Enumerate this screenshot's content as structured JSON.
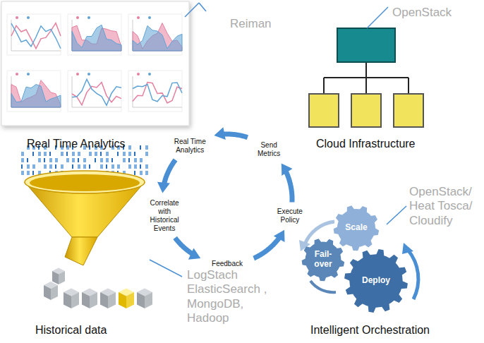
{
  "diagram": {
    "nodes": [
      {
        "text": [
          "Real Time Analytics"
        ]
      },
      {
        "text": [
          "Send Metrics"
        ]
      },
      {
        "text": [
          "Correlate with Historical Events"
        ]
      },
      {
        "text": [
          "Execute Policy"
        ]
      },
      {
        "text": [
          "Feedback"
        ]
      },
      {
        "text": [
          "Scale"
        ]
      },
      {
        "text": [
          "Fail-over"
        ]
      },
      {
        "text": [
          "Deploy"
        ]
      }
    ],
    "edges": [
      {
        "from": 1,
        "to": 0,
        "arrow": "to"
      },
      {
        "from": 0,
        "to": 2,
        "arrow": "to"
      },
      {
        "from": 2,
        "to": 4,
        "arrow": "to"
      },
      {
        "from": 4,
        "to": 3,
        "arrow": "to"
      },
      {
        "from": 3,
        "to": 1,
        "arrow": "to"
      }
    ],
    "labels": [
      "Reiman",
      "OpenStack",
      "Real Time Analytics",
      "Cloud Infrastructure",
      "OpenStack/ Heat Tosca/ Cloudify",
      "LogStach ElasticSearch , MongoDB, Hadoop",
      "Historical data",
      "Intelligent Orchestration"
    ]
  }
}
